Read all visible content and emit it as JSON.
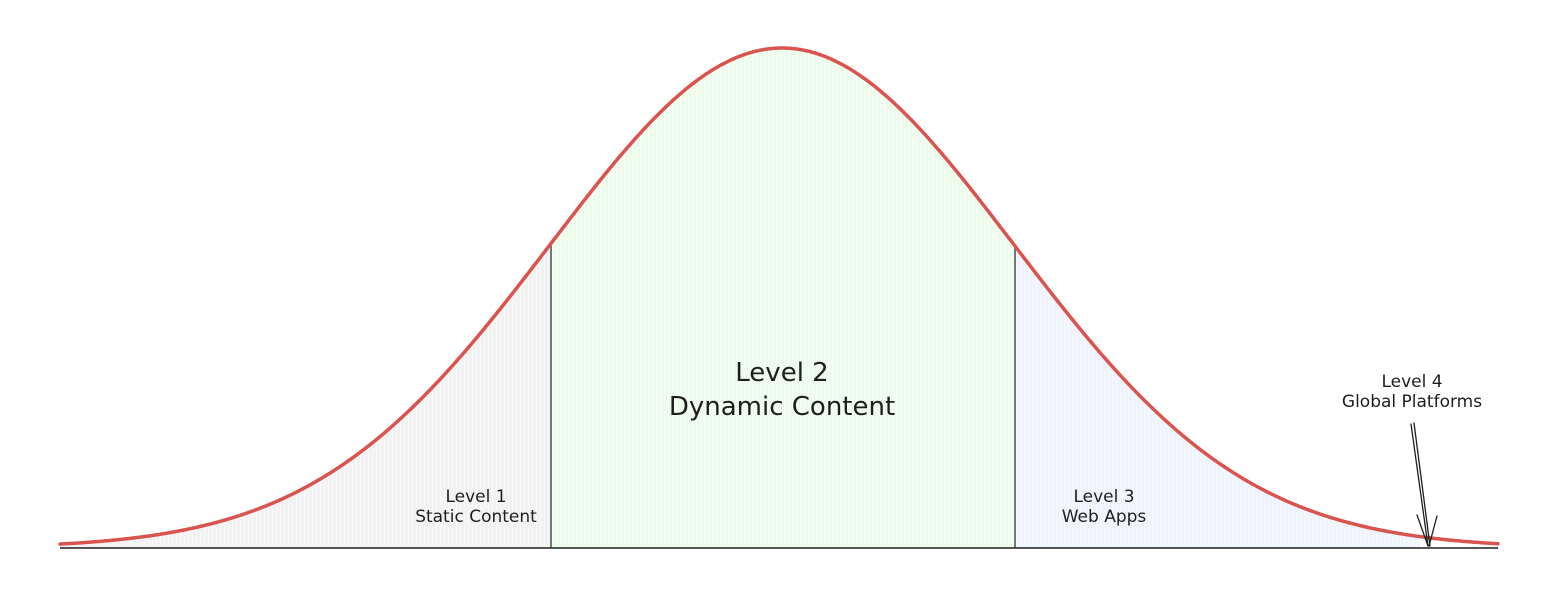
{
  "regions": [
    {
      "key": "level1",
      "title": "Level 1",
      "subtitle": "Static Content",
      "fill": "#f2f2f2"
    },
    {
      "key": "level2",
      "title": "Level 2",
      "subtitle": "Dynamic Content",
      "fill": "#ecfbec"
    },
    {
      "key": "level3",
      "title": "Level 3",
      "subtitle": "Web Apps",
      "fill": "#eef3fd"
    },
    {
      "key": "level4",
      "title": "Level 4",
      "subtitle": "Global Platforms",
      "fill": "#ffffff"
    }
  ],
  "colors": {
    "curve": "#d9534f",
    "baseline": "#1e1e1e",
    "divider": "#333333",
    "arrow": "#1e1e1e"
  }
}
